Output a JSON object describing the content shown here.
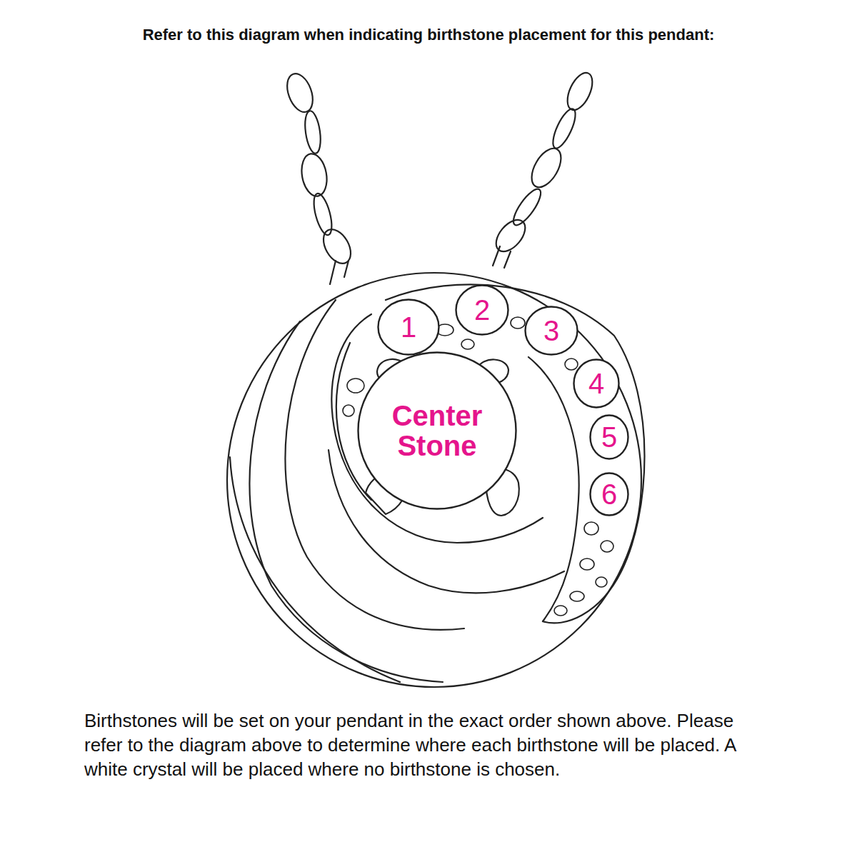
{
  "diagram": {
    "title": "Refer to this diagram when indicating birthstone placement for this pendant:",
    "caption": "Birthstones will be set on your pendant in the exact order shown above. Please refer to the diagram above to determine where each birthstone will be placed. A white crystal will be placed where no birthstone is chosen.",
    "nodes": [
      {
        "text": [
          "1"
        ]
      },
      {
        "text": [
          "2"
        ]
      },
      {
        "text": [
          "3"
        ]
      },
      {
        "text": [
          "4"
        ]
      },
      {
        "text": [
          "5"
        ]
      },
      {
        "text": [
          "6"
        ]
      },
      {
        "text": [
          "Center Stone"
        ]
      }
    ]
  }
}
